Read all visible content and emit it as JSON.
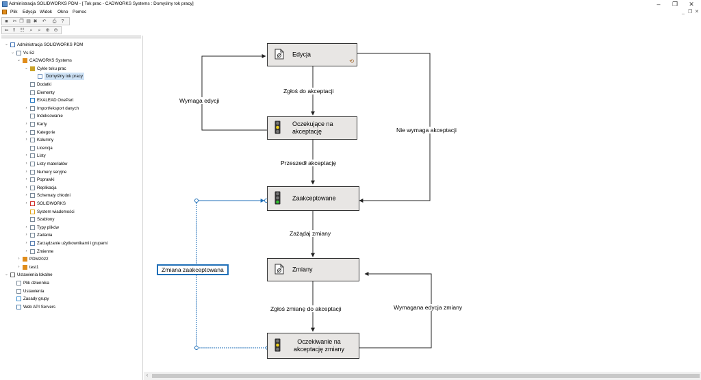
{
  "window": {
    "title": "Administracja SOLIDWORKS PDM - [ Tok prac - CADWORKS Systems : Domyślny tok pracy]",
    "minimize": "–",
    "restore": "❐",
    "close": "✕",
    "mdi_minimize": "_",
    "mdi_restore": "❐",
    "mdi_close": "✕"
  },
  "menu": [
    "Plik",
    "Edycja",
    "Widok",
    "Okno",
    "Pomoc"
  ],
  "tree": {
    "items": [
      {
        "label": "Administracja SOLIDWORKS PDM",
        "exp": "⌄",
        "icon": "pdm-root-icon"
      },
      {
        "label": "Vs-52",
        "exp": "⌄",
        "icon": "server-icon"
      },
      {
        "label": "CADWORKS Systems",
        "exp": "⌄",
        "icon": "vault-icon"
      },
      {
        "label": "Cykle toku prac",
        "exp": "⌄",
        "icon": "workflow-icon"
      },
      {
        "label": "Domyślny tok pracy",
        "exp": "",
        "icon": "workflow-item-icon"
      },
      {
        "label": "Dodatki",
        "exp": "",
        "icon": "addins-icon"
      },
      {
        "label": "Elementy",
        "exp": "",
        "icon": "items-icon"
      },
      {
        "label": "EXALEAD OnePart",
        "exp": "",
        "icon": "exalead-icon"
      },
      {
        "label": "Import/eksport danych",
        "exp": "›",
        "icon": "import-export-icon"
      },
      {
        "label": "Indeksowanie",
        "exp": "",
        "icon": "indexing-icon"
      },
      {
        "label": "Karty",
        "exp": "›",
        "icon": "cards-icon"
      },
      {
        "label": "Kategorie",
        "exp": "›",
        "icon": "categories-icon"
      },
      {
        "label": "Kolumny",
        "exp": "›",
        "icon": "columns-icon"
      },
      {
        "label": "Licencja",
        "exp": "",
        "icon": "license-icon"
      },
      {
        "label": "Listy",
        "exp": "›",
        "icon": "lists-icon"
      },
      {
        "label": "Listy materiałów",
        "exp": "›",
        "icon": "bom-icon"
      },
      {
        "label": "Numery seryjne",
        "exp": "›",
        "icon": "serial-numbers-icon"
      },
      {
        "label": "Poprawki",
        "exp": "›",
        "icon": "revisions-icon"
      },
      {
        "label": "Replikacja",
        "exp": "›",
        "icon": "replication-icon"
      },
      {
        "label": "Schematy chłodni",
        "exp": "›",
        "icon": "cold-storage-icon"
      },
      {
        "label": "SOLIDWORKS",
        "exp": "›",
        "icon": "solidworks-icon"
      },
      {
        "label": "System wiadomości",
        "exp": "",
        "icon": "messages-icon"
      },
      {
        "label": "Szablony",
        "exp": "",
        "icon": "templates-icon"
      },
      {
        "label": "Typy plików",
        "exp": "›",
        "icon": "file-types-icon"
      },
      {
        "label": "Zadania",
        "exp": "›",
        "icon": "tasks-icon"
      },
      {
        "label": "Zarządzanie użytkownikami i grupami",
        "exp": "›",
        "icon": "users-groups-icon"
      },
      {
        "label": "Zmienne",
        "exp": "›",
        "icon": "variables-icon"
      },
      {
        "label": "PDM2022",
        "exp": "›",
        "icon": "vault-icon"
      },
      {
        "label": "test1",
        "exp": "›",
        "icon": "vault-icon"
      },
      {
        "label": "Ustawienia lokalne",
        "exp": "⌄",
        "icon": "local-settings-icon"
      },
      {
        "label": "Plik dziennika",
        "exp": "",
        "icon": "log-file-icon"
      },
      {
        "label": "Ustawienia",
        "exp": "",
        "icon": "settings-icon"
      },
      {
        "label": "Zasady grupy",
        "exp": "",
        "icon": "group-policy-icon"
      },
      {
        "label": "Web API Servers",
        "exp": "",
        "icon": "web-api-icon"
      }
    ]
  },
  "diagram": {
    "states": {
      "edycja": "Edycja",
      "oczekujace": "Oczekujące na akceptację",
      "zaakceptowane": "Zaakceptowane",
      "zmiany": "Zmiany",
      "oczekiwanie": "Oczekiwanie na akceptację zmiany"
    },
    "transitions": {
      "zglos": "Zgłoś do akceptacji",
      "wymaga_edycji": "Wymaga edycji",
      "przeszedl": "Przeszedł akceptację",
      "nie_wymaga": "Nie wymaga akceptacji",
      "zazadaj": "Zażądaj zmiany",
      "zmiana_zaakceptowana": "Zmiana zaakceptowana",
      "zglos_zmiane": "Zgłoś zmianę do akceptacji",
      "wymagana_edycja_zmiany": "Wymagana edycja zmiany"
    }
  },
  "colors": {
    "accent": "#1f6fb8",
    "state_fill": "#e8e6e4",
    "vault": "#e08c1a"
  }
}
